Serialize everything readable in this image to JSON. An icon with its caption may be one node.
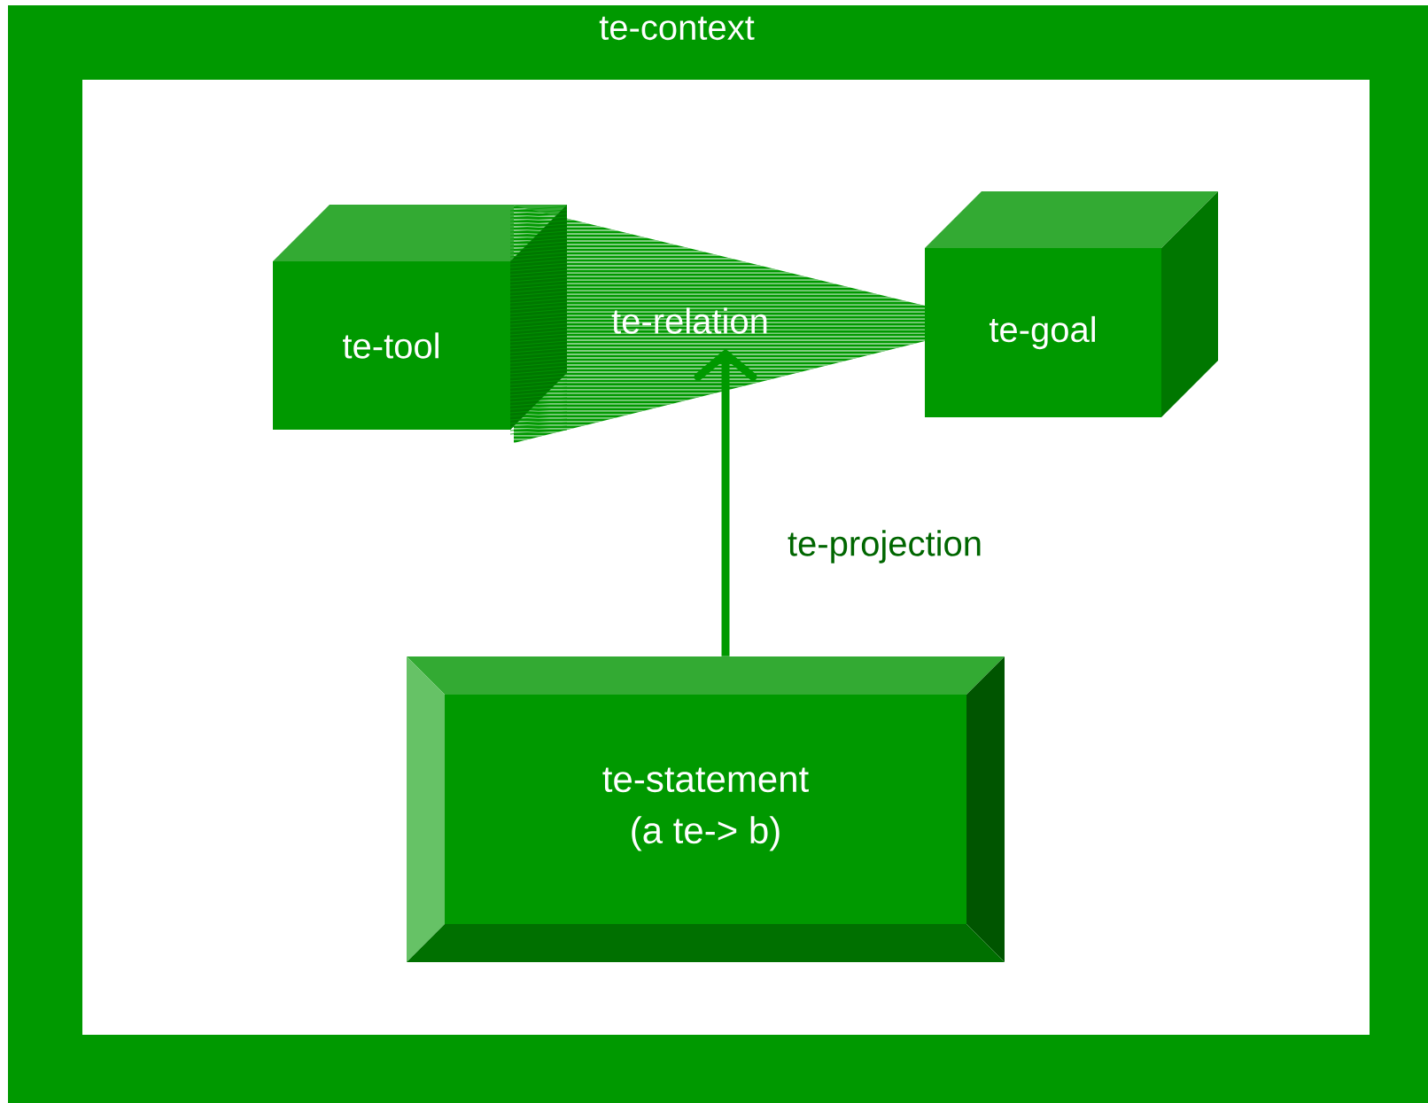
{
  "diagram": {
    "nodes": [
      {
        "text": [
          "te-context"
        ]
      },
      {
        "text": [
          "te-tool"
        ],
        "in": 0
      },
      {
        "text": [
          "te-goal"
        ],
        "in": 0
      },
      {
        "text": [
          "te-relation"
        ],
        "in": 0
      },
      {
        "text": [
          "te-statement",
          "(a te-> b)"
        ],
        "in": 0
      }
    ],
    "edges": [
      {
        "from": 4,
        "to": 3,
        "arrow": "to",
        "label": "te-projection"
      }
    ]
  }
}
